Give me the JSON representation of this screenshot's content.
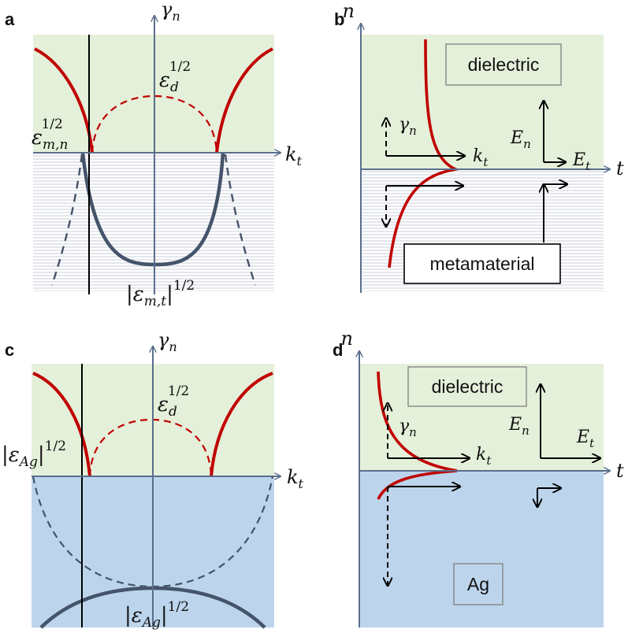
{
  "panels": {
    "a": {
      "letter": "a",
      "y_axis_label": "γ",
      "y_axis_sub": "n",
      "x_axis_label": "k",
      "x_axis_sub": "t",
      "top_label": "ε",
      "top_label_sub": "d",
      "top_label_sup": "1/2",
      "left_label": "ε",
      "left_label_sub": "m,n",
      "left_label_sup": "1/2",
      "bottom_label": "|ε",
      "bottom_label_sub": "m,t",
      "bottom_label_close": "|",
      "bottom_label_sup": "1/2"
    },
    "b": {
      "letter": "b",
      "y_axis_label": "n",
      "x_axis_label": "t",
      "top_box": "dielectric",
      "bottom_box": "metamaterial",
      "gamma_label": "γ",
      "gamma_sub": "n",
      "k_label": "k",
      "k_sub": "t",
      "en_label": "E",
      "en_sub": "n",
      "et_label": "E",
      "et_sub": "t"
    },
    "c": {
      "letter": "c",
      "y_axis_label": "γ",
      "y_axis_sub": "n",
      "x_axis_label": "k",
      "x_axis_sub": "t",
      "top_label": "ε",
      "top_label_sub": "d",
      "top_label_sup": "1/2",
      "left_label": "|ε",
      "left_label_sub": "Ag",
      "left_label_close": "|",
      "left_label_sup": "1/2",
      "bottom_label": "|ε",
      "bottom_label_sub": "Ag",
      "bottom_label_close": "|",
      "bottom_label_sup": "1/2"
    },
    "d": {
      "letter": "d",
      "y_axis_label": "n",
      "x_axis_label": "t",
      "top_box": "dielectric",
      "bottom_box": "Ag",
      "gamma_label": "γ",
      "gamma_sub": "n",
      "k_label": "k",
      "k_sub": "t",
      "en_label": "E",
      "en_sub": "n",
      "et_label": "E",
      "et_sub": "t"
    }
  },
  "colors": {
    "dielectric_bg": "#e5f0da",
    "metamaterial_line": "#c8ccd8",
    "silver_bg": "#bcd5ec",
    "red_curve": "#c00000",
    "slate_curve": "#44546a",
    "axis": "#5a6e8c"
  }
}
